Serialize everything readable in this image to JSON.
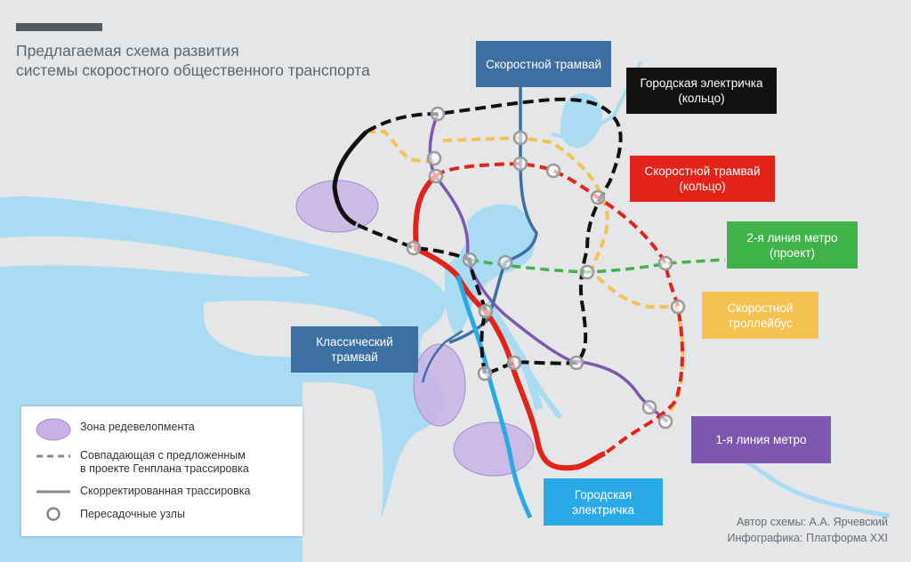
{
  "title": {
    "line1": "Предлагаемая схема развития",
    "line2": "системы скоростного общественного транспорта"
  },
  "labels": {
    "speed_tram": "Скоростной трамвай",
    "city_train_ring": "Городская электричка (кольцо)",
    "speed_tram_ring": "Скоростной трамвай (кольцо)",
    "metro_line2": "2-я линия метро (проект)",
    "trolleybus": "Скоростной троллейбус",
    "classic_tram": "Классический трамвай",
    "metro_line1": "1-я линия метро",
    "city_train": "Городская электричка"
  },
  "legend": {
    "redevelopment": "Зона редевелопмента",
    "matching_line1": "Совпадающая с предложенным",
    "matching_line2": "в проекте Генплана трассировка",
    "corrected": "Скорректированная трассировка",
    "transfer": "Пересадочные узлы"
  },
  "credits": {
    "author": "Автор схемы: А.А. Ярчевский",
    "infographic": "Инфографика: Платформа XXI"
  },
  "colors": {
    "water": "#a9dcf2",
    "land": "#e4e6e8",
    "speed_tram": "#3d6fa3",
    "city_train_ring": "#111111",
    "speed_tram_ring": "#e2231a",
    "metro_line2": "#3fb34a",
    "trolleybus": "#f5c150",
    "metro_line1": "#7e57b0",
    "city_train": "#29a9e5",
    "redevelopment": "#c9b1e6"
  }
}
